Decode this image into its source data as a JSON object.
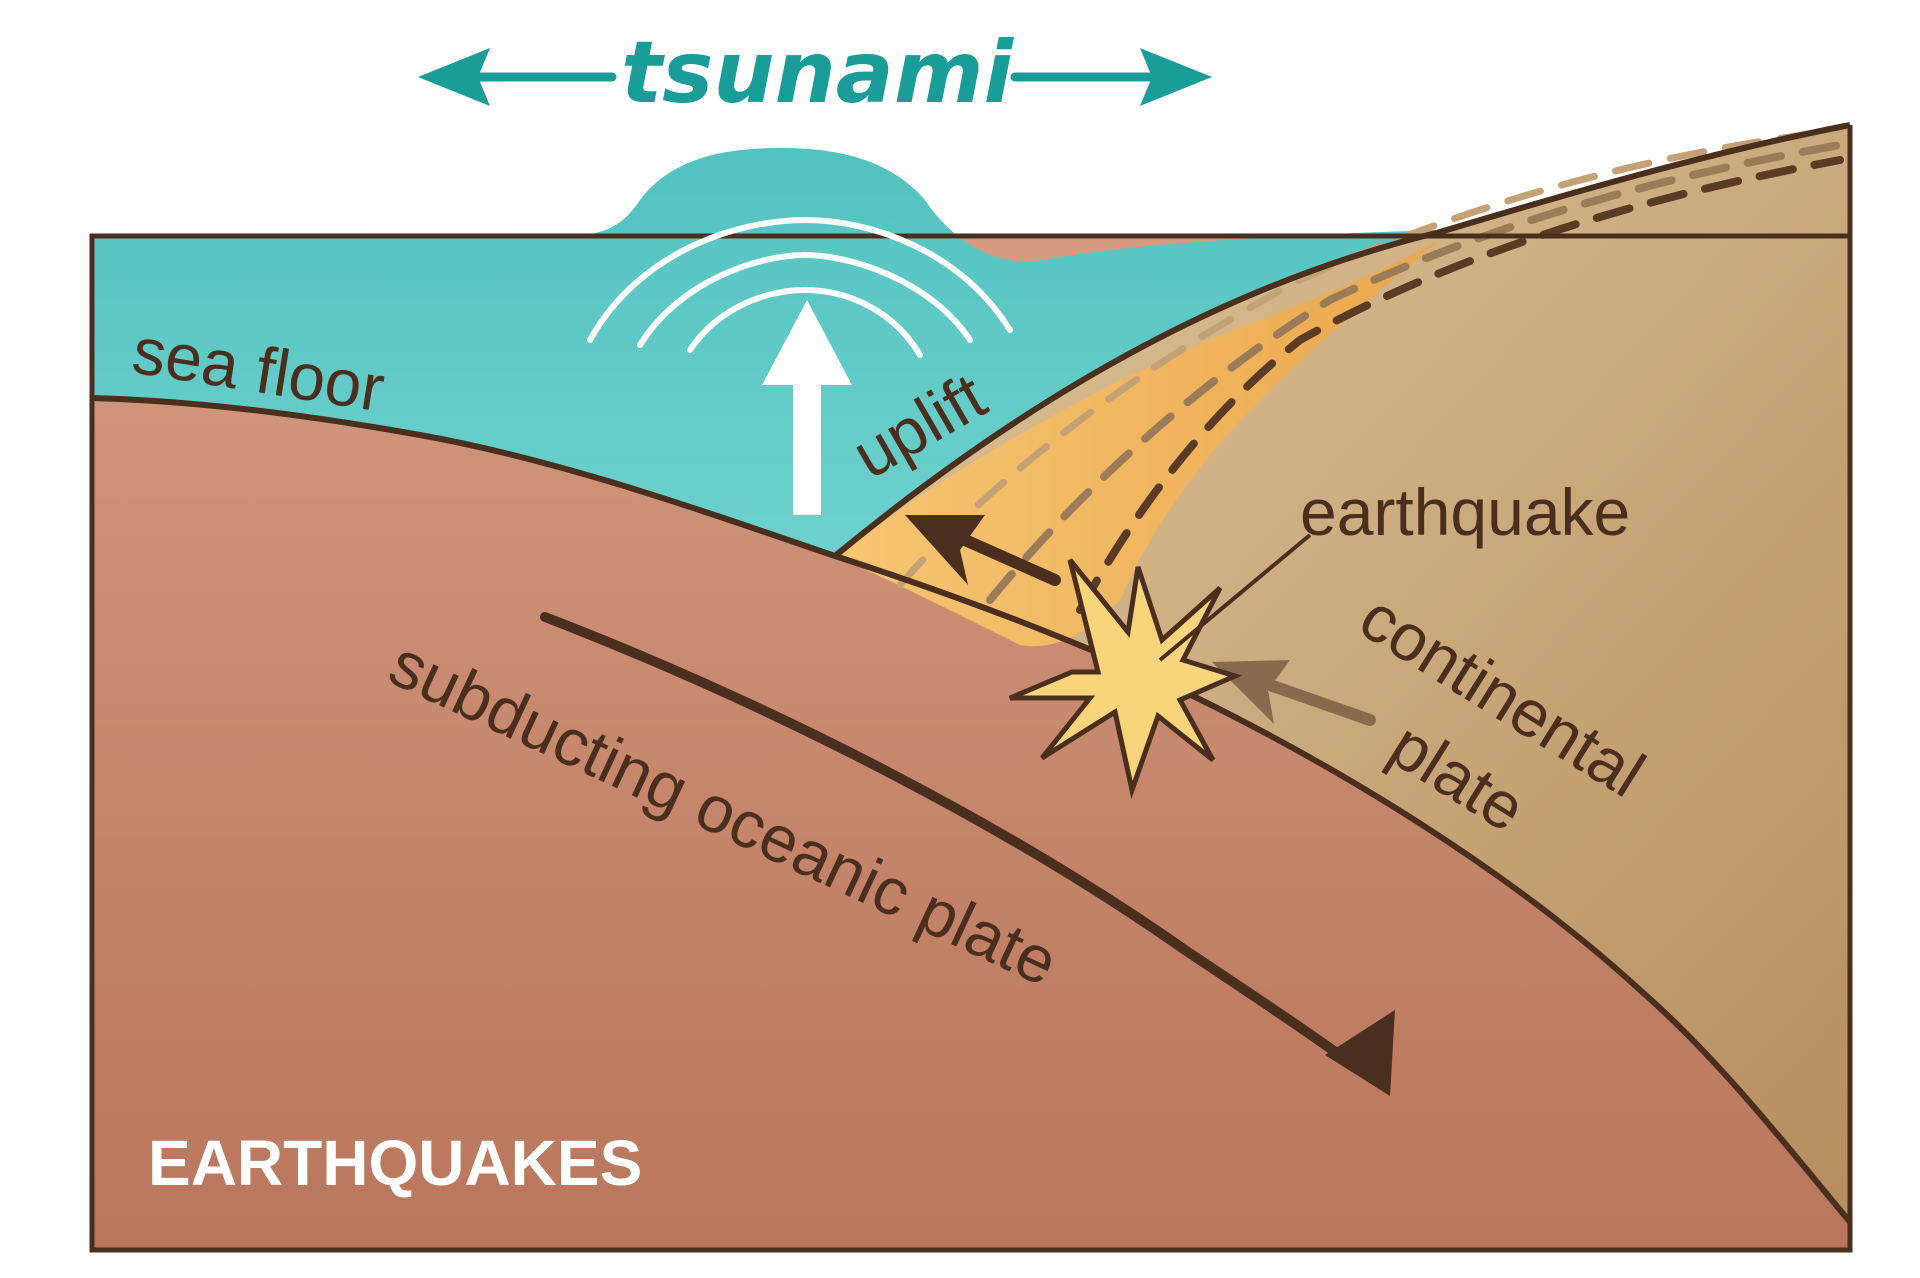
{
  "diagram": {
    "title": "EARTHQUAKES",
    "labels": {
      "tsunami": "tsunami",
      "sea_floor": "sea floor",
      "uplift": "uplift",
      "earthquake": "earthquake",
      "continental_plate_line1": "continental",
      "continental_plate_line2": "plate",
      "subducting_plate": "subducting oceanic plate"
    },
    "colors": {
      "water": "#5fc9c6",
      "tsunami_text": "#1a9c98",
      "oceanic_plate": "#c88a6e",
      "continental_plate": "#c9a77c",
      "wedge": "#f3b860",
      "outline": "#4a2e1e",
      "title_text": "#ffffff",
      "quake_star": "#f8d47c"
    },
    "icons": {
      "tsunami_arrow_left": "arrow-left-icon",
      "tsunami_arrow_right": "arrow-right-icon",
      "uplift_arrow": "arrow-up-icon",
      "earthquake_burst": "explosion-burst-icon",
      "subduction_arrow": "curved-arrow-icon"
    }
  }
}
